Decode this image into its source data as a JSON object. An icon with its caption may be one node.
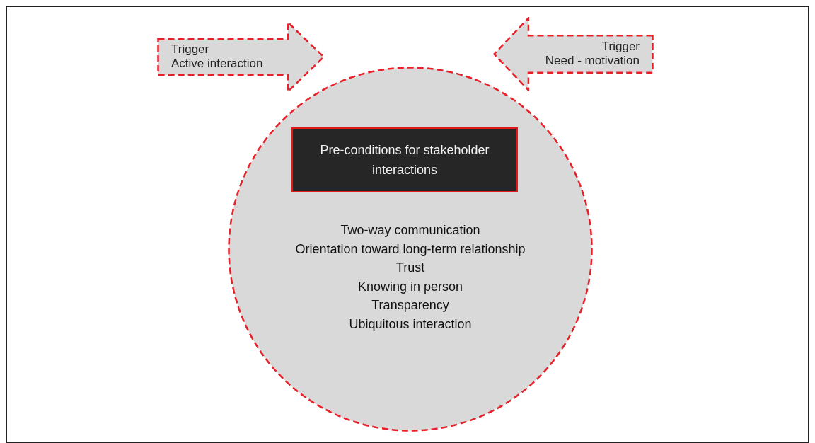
{
  "diagram": {
    "nodes": [
      {
        "text": [
          "Trigger",
          "Active interaction"
        ]
      },
      {
        "text": [
          "Trigger",
          "Need - motivation"
        ]
      },
      {
        "text": [
          "Two-way communication",
          "Orientation toward long-term relationship",
          "Trust",
          "Knowing in person",
          "Transparency",
          "Ubiquitous interaction"
        ]
      },
      {
        "text": [
          "Pre-conditions for stakeholder interactions"
        ],
        "in": 2
      }
    ],
    "edges": []
  }
}
